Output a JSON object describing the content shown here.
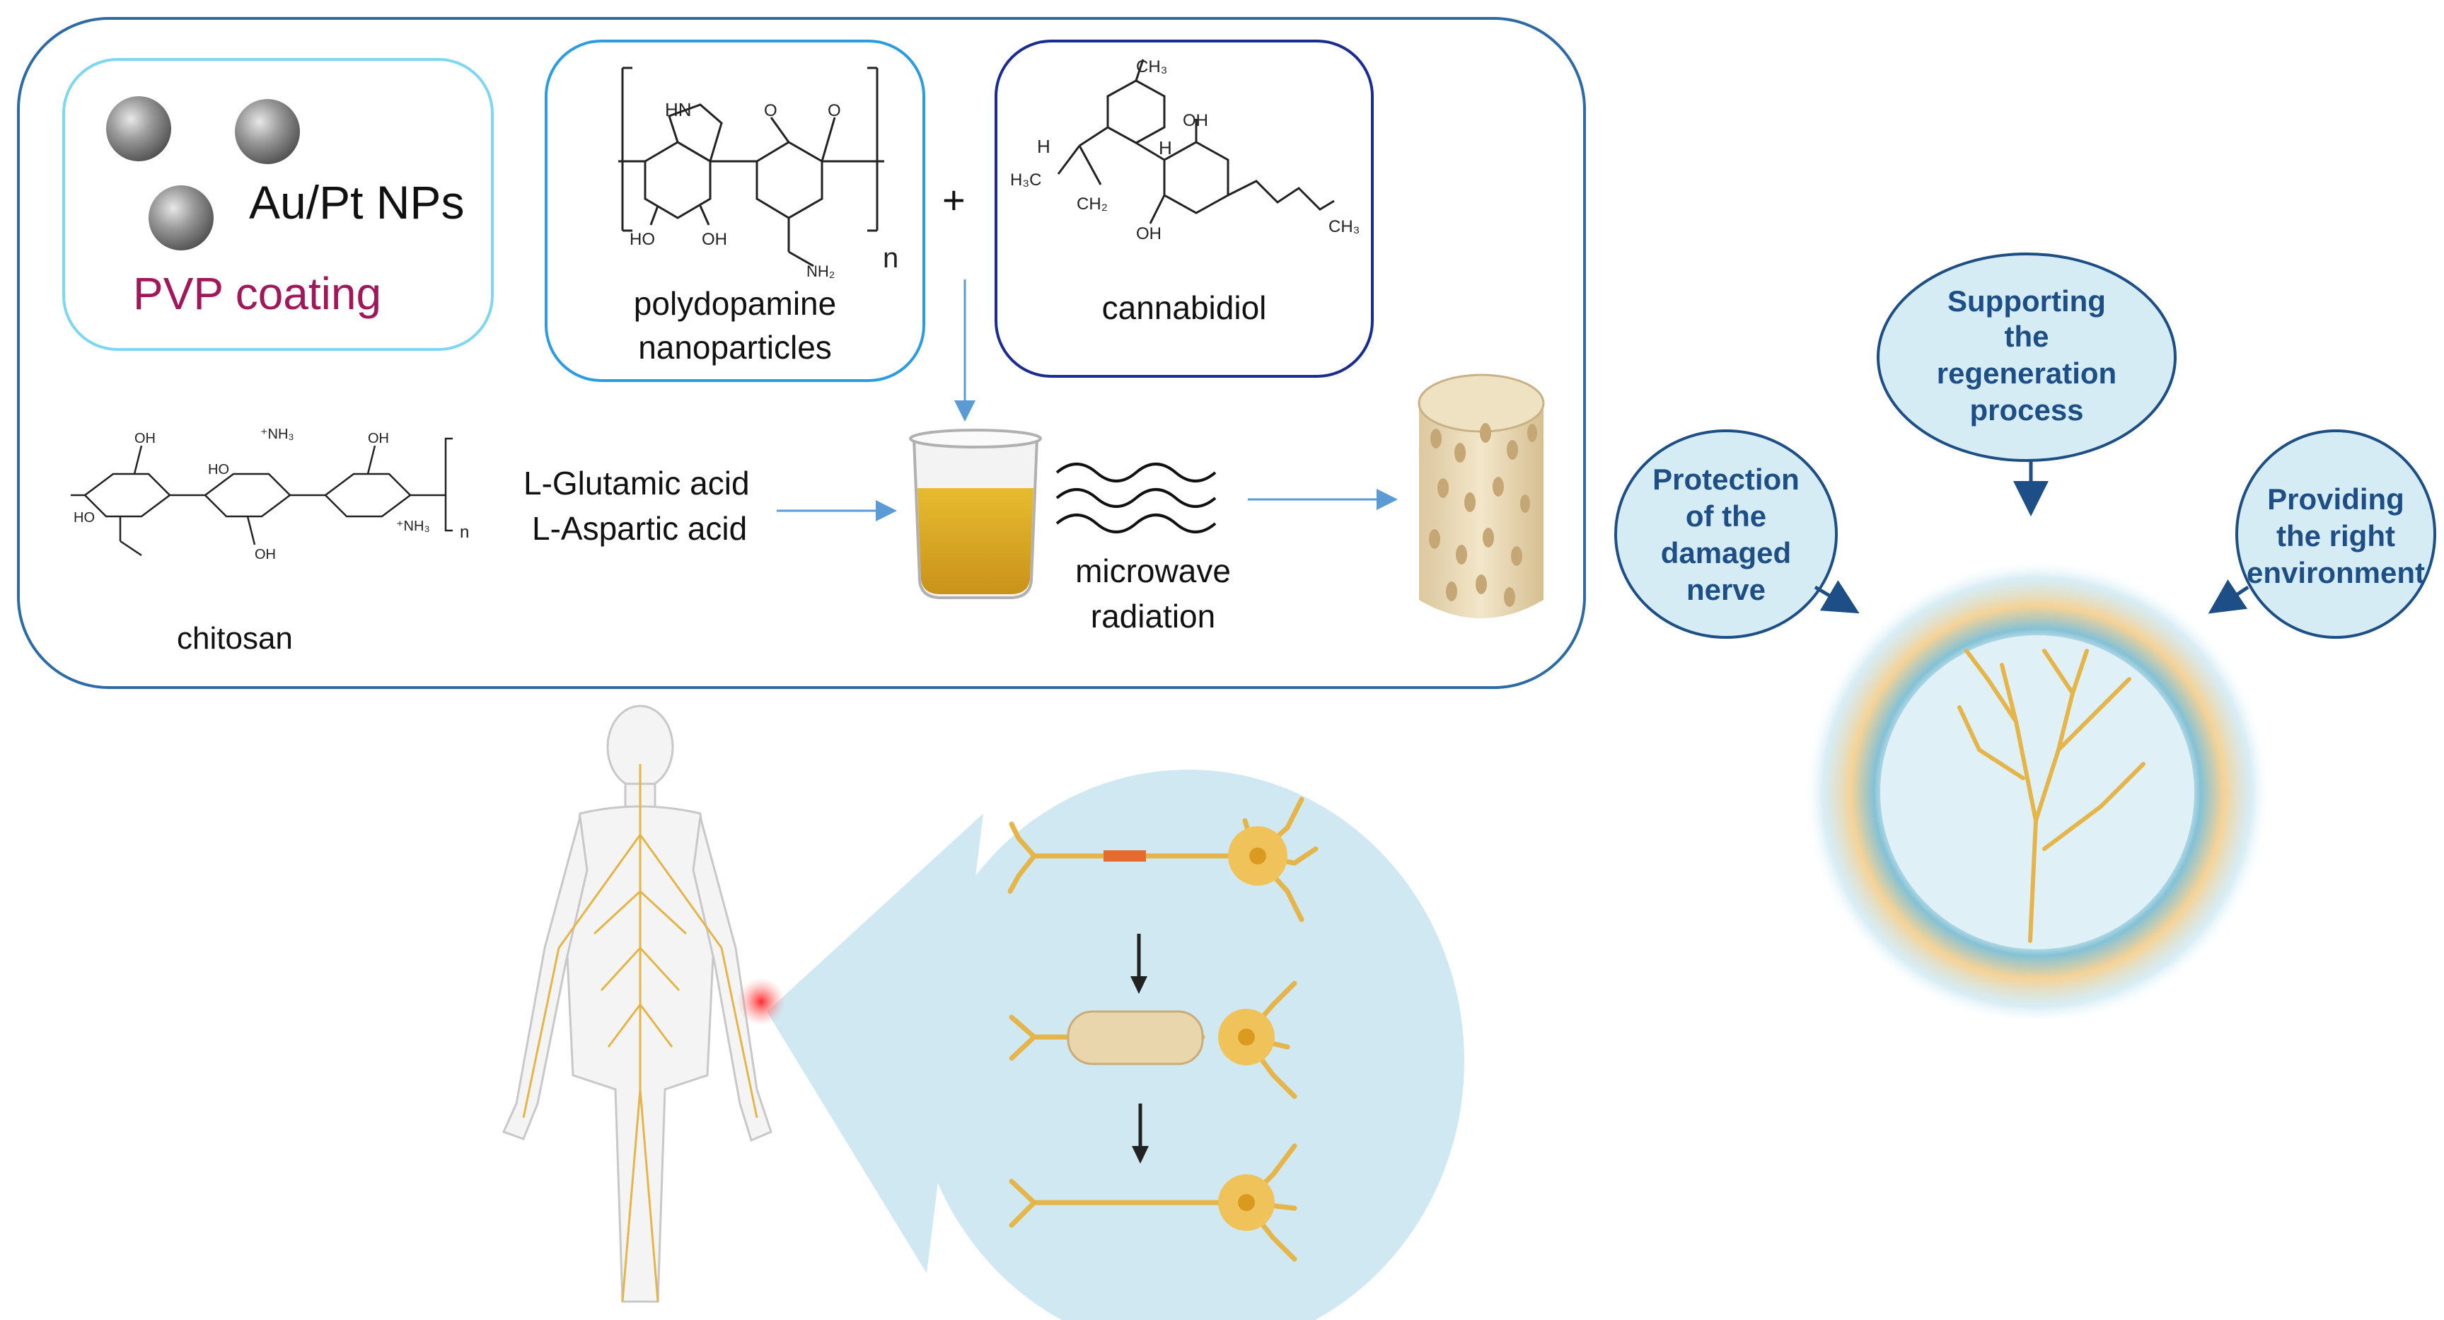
{
  "nanoparticles": {
    "label": "Au/Pt NPs",
    "coating": "PVP coating"
  },
  "polydopamine": {
    "label_line1": "polydopamine",
    "label_line2": "nanoparticles"
  },
  "plus_sign": "+",
  "cannabidiol": {
    "label": "cannabidiol"
  },
  "chitosan": {
    "label": "chitosan"
  },
  "amino_acids": {
    "line1": "L-Glutamic acid",
    "line2": "L-Aspartic acid"
  },
  "microwave": {
    "line1": "microwave",
    "line2": "radiation"
  },
  "chem": {
    "hn": "HN",
    "ho": "HO",
    "oh": "OH",
    "o": "O",
    "nh2": "NH₂",
    "n": "n",
    "ch3": "CH₃",
    "h3c": "H₃C",
    "ch2": "CH₂",
    "h": "H",
    "nh3": "⁺NH₃"
  },
  "functions": {
    "support": [
      "Supporting",
      "the",
      "regeneration",
      "process"
    ],
    "protection": [
      "Protection",
      "of the",
      "damaged",
      "nerve"
    ],
    "environment": [
      "Providing",
      "the right",
      "environment"
    ]
  },
  "colors": {
    "main_panel_border": "#2e6aa4",
    "np_box_border": "#7fd6f0",
    "pda_box_border": "#2d9be0",
    "cbd_box_border": "#1a2c8f",
    "pvp_text": "#a0175a",
    "nerve": "#e5b54a",
    "bubble_fill": "#d6ecf5",
    "bubble_text": "#1d4e85",
    "arrow": "#5b9bd5"
  }
}
